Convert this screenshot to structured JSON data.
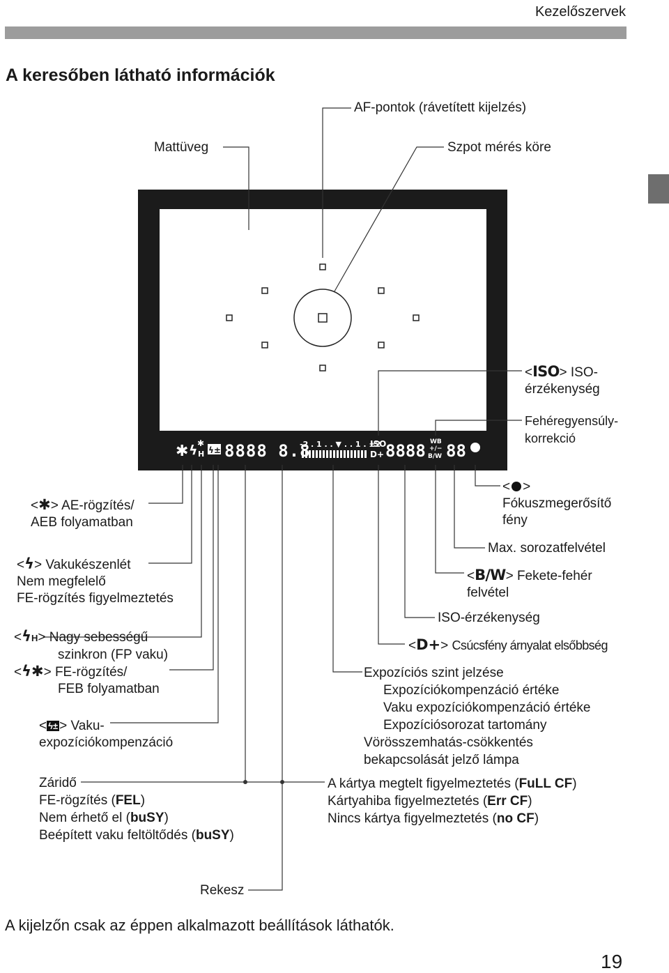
{
  "header": {
    "section": "Kezelőszervek"
  },
  "title": "A keresőben látható információk",
  "top_labels": {
    "af_points": "AF-pontok (rávetített kijelzés)",
    "focusing_screen": "Mattüveg",
    "spot_circle": "Szpot mérés köre"
  },
  "viewfinder_display": {
    "lcd_segments": "8888  8.8",
    "scale": "-2 . 1 . . ▼ . . 1 . ±2",
    "iso_counter": "8888",
    "burst": "88",
    "iso_tag": "ISO",
    "dplus_tag": "D+",
    "wb_tag": "WB",
    "pm_tag": "+/−",
    "bw_tag": "B/W",
    "h_tag": "H"
  },
  "left_labels": {
    "ae_lock": {
      "open": "<",
      "close": ">",
      "text1": "AE-rögzítés/",
      "text2": "AEB folyamatban"
    },
    "flash_ready": {
      "open": "<",
      "close": ">",
      "text1": "Vakukészenlét",
      "text2": "Nem megfelelő",
      "text3": "FE-rögzítés figyelmeztetés"
    },
    "high_speed": {
      "open": "<",
      "close": ">",
      "text1": "Nagy sebességű",
      "text2": "szinkron (FP vaku)"
    },
    "fe_lock": {
      "open": "<",
      "close": ">",
      "text1": "FE-rögzítés/",
      "text2": "FEB folyamatban"
    },
    "flash_comp": {
      "open": "<",
      "close": ">",
      "text1": "Vaku-",
      "text2": "expozíciókompenzáció"
    },
    "shutter": {
      "line1": "Záridő",
      "line2_pre": "FE-rögzítés (",
      "line2_bold": "FEL",
      "line2_post": ")",
      "line3_pre": "Nem érhető el (",
      "line3_bold": "buSY",
      "line3_post": ")",
      "line4_pre": "Beépített vaku feltöltődés (",
      "line4_bold": "buSY",
      "line4_post": ")"
    },
    "aperture": "Rekesz"
  },
  "right_labels": {
    "iso_sensitivity": {
      "open": "<",
      "icon": "ISO",
      "close": ">",
      "text1": "ISO-",
      "text2": "érzékenység"
    },
    "wb_correction": {
      "text1": "Fehéregyensúly-",
      "text2": "korrekció"
    },
    "af_assist": {
      "open": "<",
      "close": ">",
      "text1": "Fókuszmegerősítő",
      "text2": "fény"
    },
    "max_burst": "Max. sorozatfelvétel",
    "monochrome": {
      "open": "<",
      "icon": "B/W",
      "close": ">",
      "text1": "Fekete-fehér",
      "text2": "felvétel"
    },
    "iso_short": "ISO-érzékenység",
    "highlight_tone": {
      "open": "<",
      "icon": "D+",
      "close": ">",
      "text": "Csúcsfény árnyalat elsőbbség"
    },
    "exposure_level": {
      "line1": "Expozíciós szint jelzése",
      "line2": "Expozíciókompenzáció értéke",
      "line3": "Vaku expozíciókompenzáció értéke",
      "line4": "Expozíciósorozat tartomány",
      "line5": "Vörösszemhatás-csökkentés",
      "line6": "bekapcsolását jelző lámpa"
    },
    "card_warnings": {
      "line1_pre": "A kártya megtelt figyelmeztetés (",
      "line1_bold": "FuLL CF",
      "line1_post": ")",
      "line2_pre": "Kártyahiba figyelmeztetés (",
      "line2_bold": "Err CF",
      "line2_post": ")",
      "line3_pre": "Nincs kártya figyelmeztetés (",
      "line3_bold": "no CF",
      "line3_post": ")"
    }
  },
  "footer": {
    "note": "A kijelzőn csak az éppen alkalmazott beállítások láthatók.",
    "page_number": "19"
  }
}
